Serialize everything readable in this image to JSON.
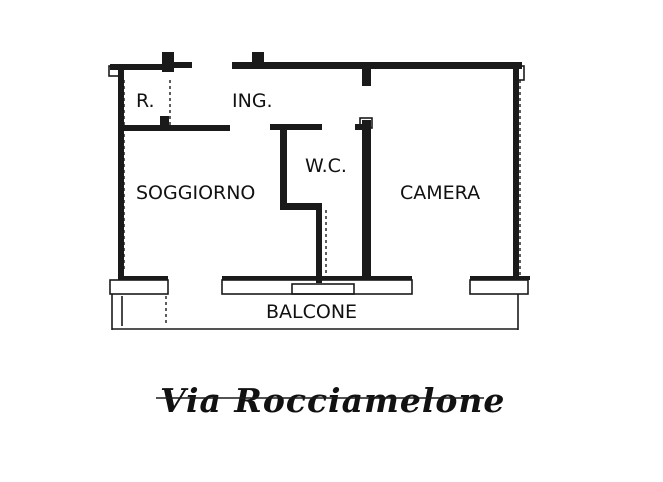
{
  "rooms": {
    "r": "R.",
    "ing": "ING.",
    "wc": "W.C.",
    "soggiorno": "SOGGIORNO",
    "camera": "CAMERA",
    "balcone": "BALCONE"
  },
  "street": "Via Rocciamelone",
  "colors": {
    "ink": "#1a1a1a",
    "background": "#ffffff"
  }
}
